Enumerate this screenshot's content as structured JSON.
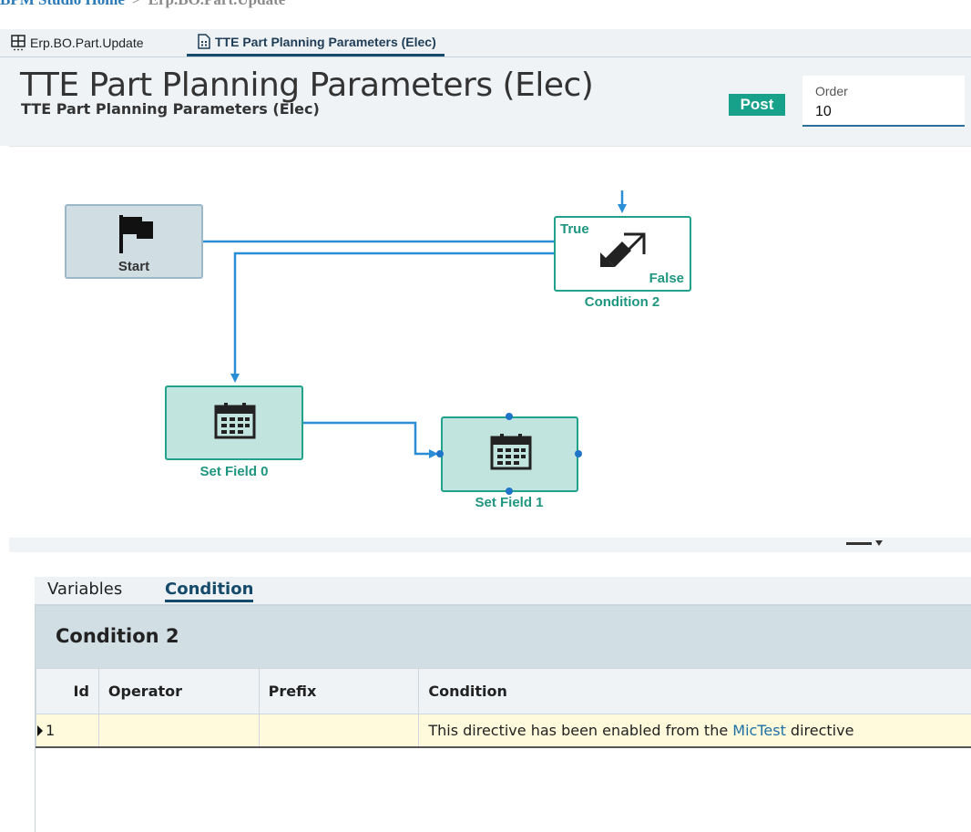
{
  "breadcrumb": {
    "home": "BPM Studio Home",
    "separator": ">",
    "current": "Erp.BO.Part.Update"
  },
  "tabs": [
    {
      "label": "Erp.BO.Part.Update"
    },
    {
      "label": "TTE Part Planning Parameters (Elec)"
    }
  ],
  "header": {
    "title": "TTE Part Planning Parameters (Elec)",
    "subtitle": "TTE Part Planning Parameters (Elec)",
    "post_label": "Post",
    "order_label": "Order",
    "order_value": "10"
  },
  "workflow": {
    "start": {
      "label": "Start"
    },
    "condition": {
      "caption": "Condition 2",
      "true_label": "True",
      "false_label": "False"
    },
    "set_field_0": {
      "caption": "Set Field 0"
    },
    "set_field_1": {
      "caption": "Set Field 1"
    }
  },
  "bottom_tabs": [
    {
      "label": "Variables"
    },
    {
      "label": "Condition"
    }
  ],
  "condition_panel": {
    "title": "Condition 2",
    "columns": [
      "Id",
      "Operator",
      "Prefix",
      "Condition"
    ],
    "rows": [
      {
        "id": "1",
        "operator": "",
        "prefix": "",
        "condition_before": "This directive has been enabled from the ",
        "condition_link": "MicTest",
        "condition_after": " directive"
      }
    ]
  },
  "colors": {
    "accent": "#17a08a",
    "link": "#1f6fa5",
    "connector": "#2a8ed6",
    "nav": "#154a6b"
  }
}
